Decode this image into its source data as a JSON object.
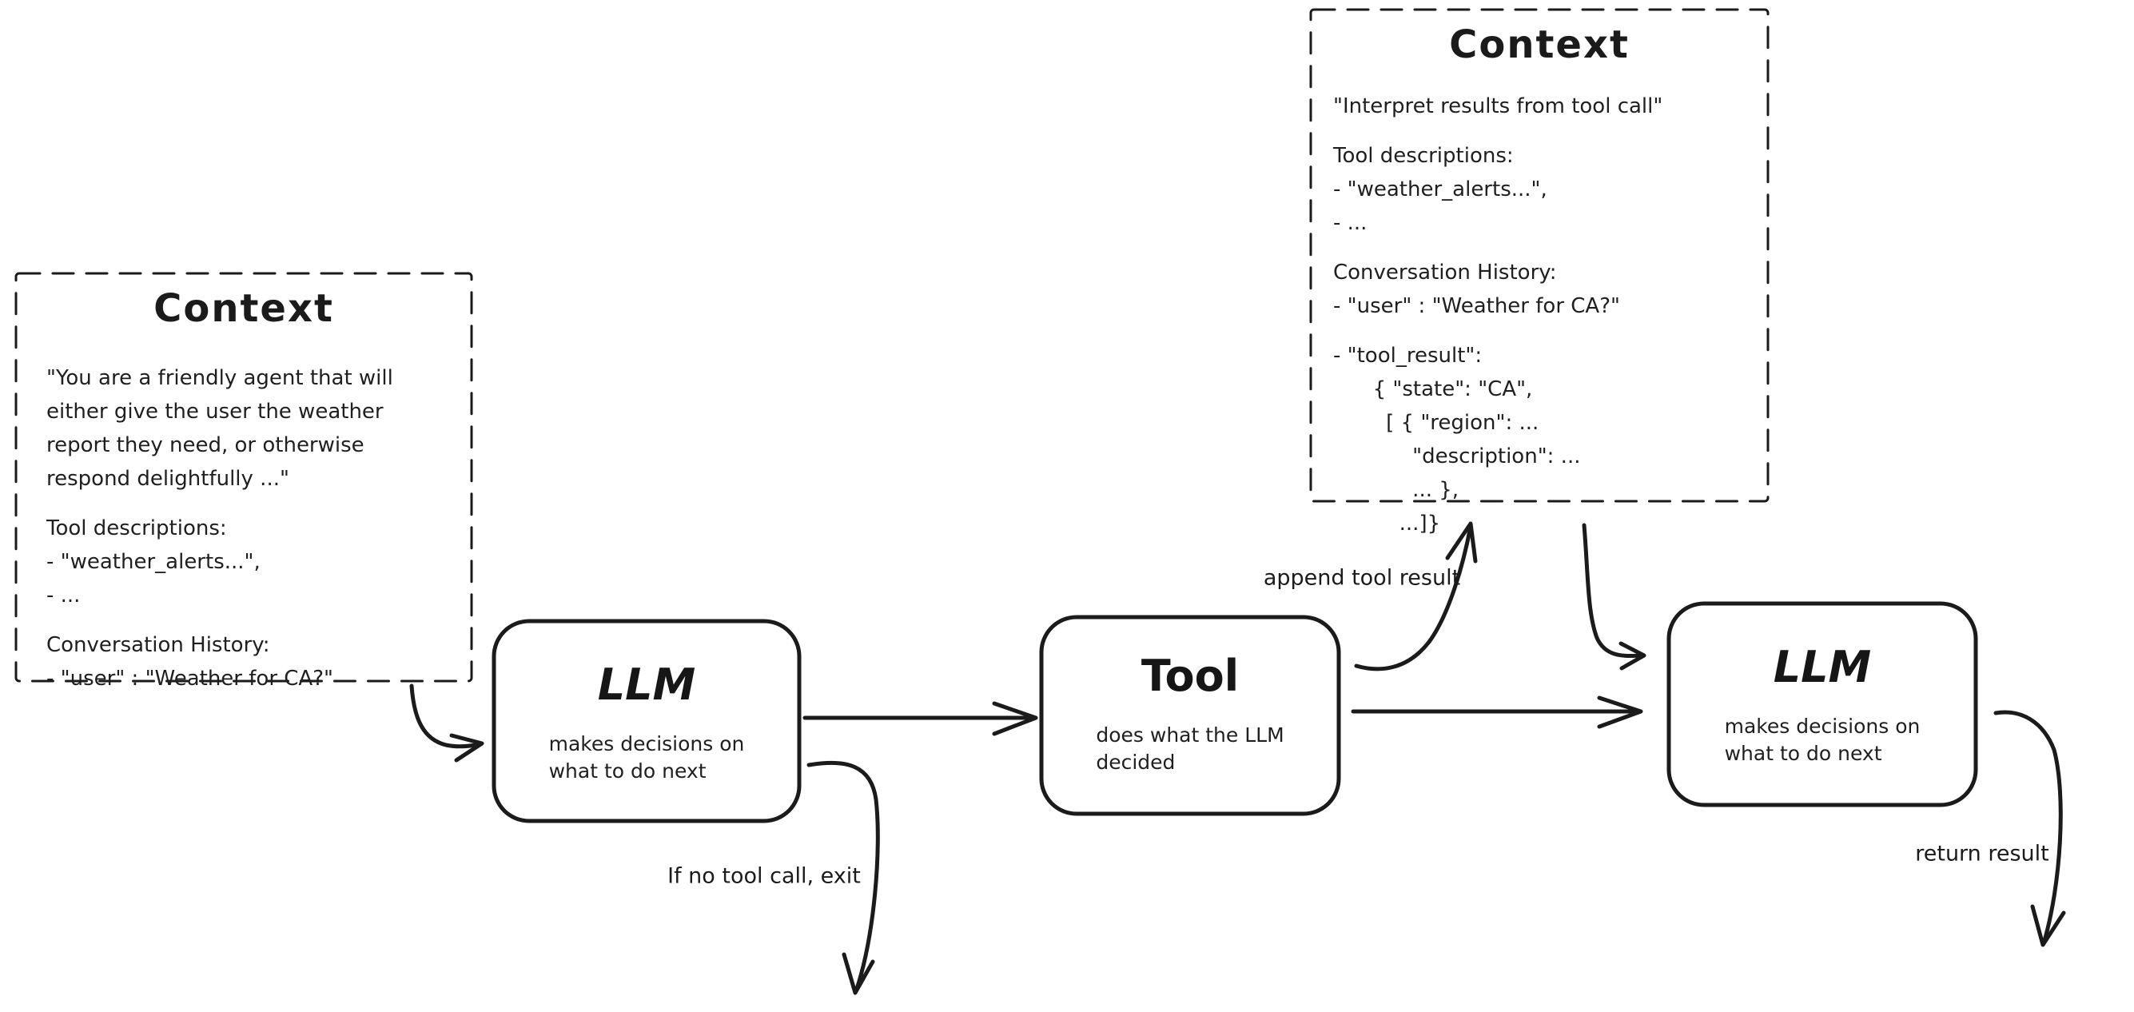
{
  "colors": {
    "stroke": "#1b1b1b",
    "background": "#ffffff"
  },
  "context_left": {
    "title": "Context",
    "lines": [
      "\"You are a friendly agent that will",
      "either give the user the weather",
      "report they need, or otherwise",
      "respond delightfully ...\"",
      "",
      "Tool descriptions:",
      "- \"weather_alerts...\",",
      "- ...",
      "",
      "Conversation History:",
      "- \"user\" : \"Weather for CA?\""
    ]
  },
  "context_right": {
    "title": "Context",
    "lines": [
      "\"Interpret results from tool call\"",
      "",
      "Tool descriptions:",
      "- \"weather_alerts...\",",
      "- ...",
      "",
      "Conversation History:",
      "- \"user\" : \"Weather for CA?\"",
      "",
      "- \"tool_result\":",
      "      { \"state\": \"CA\",",
      "        [ { \"region\": ...",
      "            \"description\": ...",
      "            ... },",
      "          ...]}"
    ]
  },
  "nodes": {
    "llm1": {
      "title": "LLM",
      "subtitle_line1": "makes decisions on",
      "subtitle_line2": "what to do next"
    },
    "tool": {
      "title": "Tool",
      "subtitle_line1": "does what the LLM",
      "subtitle_line2": "decided"
    },
    "llm2": {
      "title": "LLM",
      "subtitle_line1": "makes decisions on",
      "subtitle_line2": "what to do next"
    }
  },
  "edge_labels": {
    "append_tool_result": "append tool result",
    "if_no_tool_call_exit": "If no tool call, exit",
    "return_result": "return result"
  }
}
